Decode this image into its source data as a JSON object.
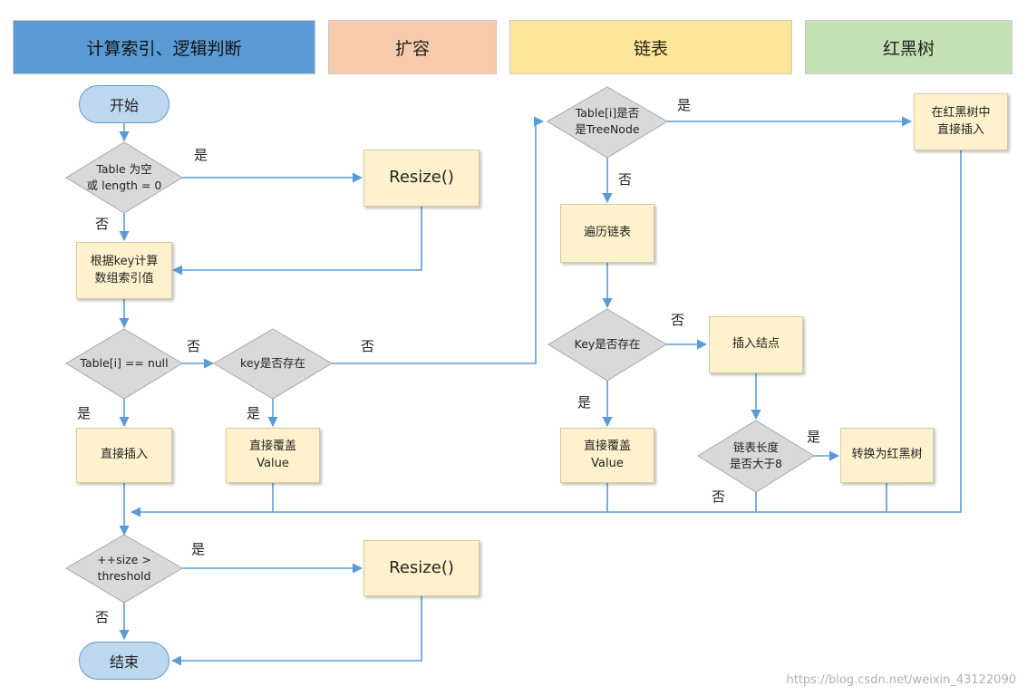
{
  "headers": {
    "compute": "计算索引、逻辑判断",
    "resize": "扩容",
    "list": "链表",
    "rbtree": "红黑树"
  },
  "nodes": {
    "start": "开始",
    "d_empty": "Table 为空\n或 length = 0",
    "resize1": "Resize()",
    "calc_index": "根据key计算\n数组索引值",
    "d_null": "Table[i] == null",
    "d_key_exists": "key是否存在",
    "insert_direct": "直接插入",
    "overwrite1": "直接覆盖\nValue",
    "d_size": "++size >\nthreshold",
    "resize2": "Resize()",
    "end": "结束",
    "d_treenode": "Table[i]是否\n是TreeNode",
    "tree_insert": "在红黑树中\n直接插入",
    "traverse": "遍历链表",
    "d_key_exists2": "Key是否存在",
    "insert_node": "插入结点",
    "overwrite2": "直接覆盖\nValue",
    "d_len8": "链表长度\n是否大于8",
    "to_rbtree": "转换为红黑树"
  },
  "labels": {
    "yes": "是",
    "no": "否"
  },
  "watermark": "https://blog.csdn.net/weixin_43122090",
  "colors": {
    "compute_header": "#5b9bd5",
    "resize_header": "#f8cbad",
    "list_header": "#ffe699",
    "rbtree_header": "#c5e0b4",
    "process_fill": "#fff2cc",
    "decision_fill": "#d9d9d9",
    "terminal_fill": "#bdd7ee",
    "connector": "#5b9bd5"
  }
}
